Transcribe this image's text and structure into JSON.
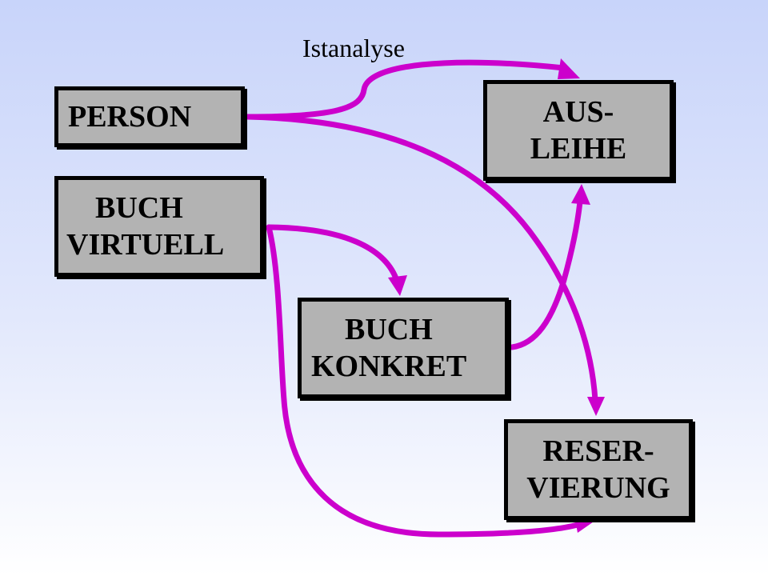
{
  "diagram": {
    "label": "Istanalyse",
    "boxes": {
      "person": {
        "lines": [
          "PERSON"
        ]
      },
      "buch_virtuell": {
        "lines": [
          "BUCH",
          "VIRTUELL"
        ]
      },
      "buch_konkret": {
        "lines": [
          "BUCH",
          "KONKRET"
        ]
      },
      "ausleihe": {
        "lines": [
          "AUS-",
          "LEIHE"
        ]
      },
      "reservierung": {
        "lines": [
          "RESER-",
          "VIERUNG"
        ]
      }
    },
    "connections": [
      {
        "from": "person",
        "to": "ausleihe",
        "label": "Istanalyse"
      },
      {
        "from": "person",
        "to": "reservierung"
      },
      {
        "from": "buch_virtuell",
        "to": "buch_konkret"
      },
      {
        "from": "buch_virtuell",
        "to": "reservierung"
      },
      {
        "from": "buch_konkret",
        "to": "ausleihe"
      }
    ],
    "colors": {
      "arrow": "#cc00cc",
      "box_fill": "#b3b3b3",
      "box_border": "#000000",
      "background_top": "#c8d4fa",
      "background_bottom": "#ffffff"
    }
  }
}
